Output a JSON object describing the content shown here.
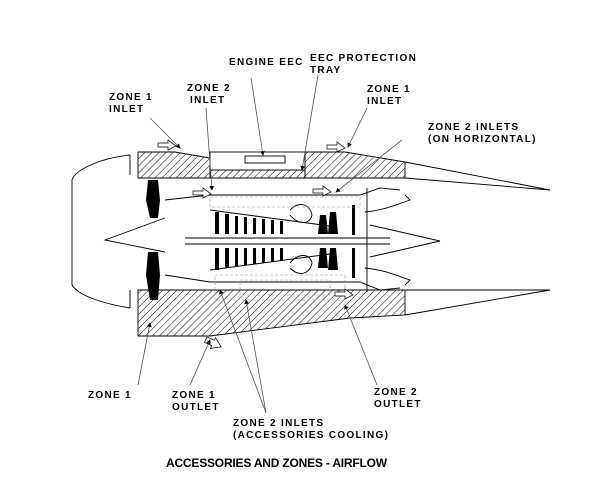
{
  "title": "ACCESSORIES AND ZONES - AIRFLOW",
  "labels": {
    "engine_eec": "ENGINE EEC",
    "eec_tray_1": "EEC PROTECTION",
    "eec_tray_2": "TRAY",
    "zone1_inlet_left_1": "ZONE 1",
    "zone1_inlet_left_2": "INLET",
    "zone2_inlet_1": "ZONE 2",
    "zone2_inlet_2": "INLET",
    "zone1_inlet_right_1": "ZONE 1",
    "zone1_inlet_right_2": "INLET",
    "zone2_inlets_horiz_1": "ZONE 2 INLETS",
    "zone2_inlets_horiz_2": "(ON HORIZONTAL)",
    "zone1": "ZONE 1",
    "zone1_outlet_1": "ZONE 1",
    "zone1_outlet_2": "OUTLET",
    "zone2_outlet_1": "ZONE 2",
    "zone2_outlet_2": "OUTLET",
    "zone2_inlets_acc_1": "ZONE 2 INLETS",
    "zone2_inlets_acc_2": "(ACCESSORIES COOLING)"
  }
}
